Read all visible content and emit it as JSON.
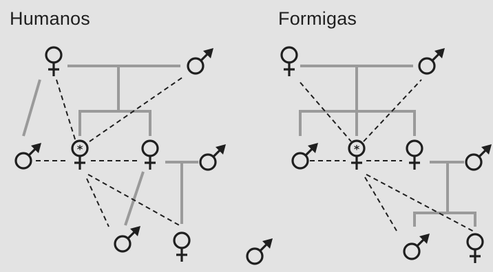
{
  "panels": [
    {
      "title": "Humanos"
    },
    {
      "title": "Formigas"
    }
  ],
  "symbols": {
    "female": "female-symbol",
    "male": "male-symbol",
    "focal_female_marker": "*"
  },
  "colors": {
    "background": "#e3e3e3",
    "symbol": "#1f1f1f",
    "kinship_line": "#9a9a9a",
    "relatedness_dash": "#1f1f1f"
  }
}
